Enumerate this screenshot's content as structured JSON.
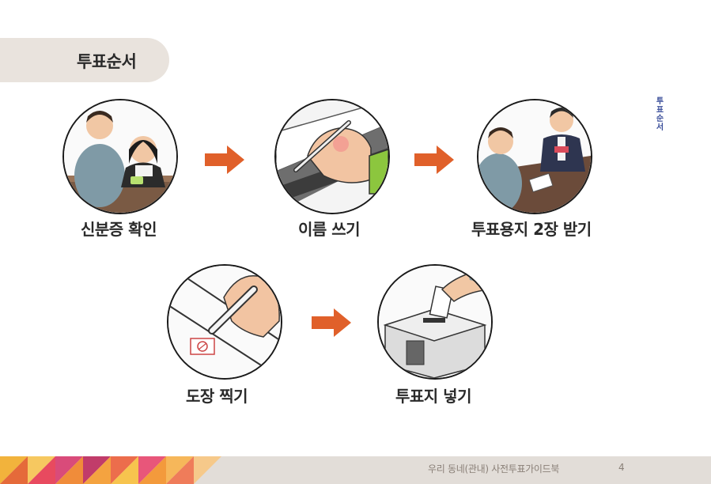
{
  "section_title": "투표순서",
  "side_label": "투표순서",
  "steps": [
    {
      "label": "신분증 확인"
    },
    {
      "label": "이름 쓰기"
    },
    {
      "label": "투표용지 2장 받기"
    },
    {
      "label": "도장 찍기"
    },
    {
      "label": "투표지 넣기"
    }
  ],
  "footer": {
    "text": "우리 동네(관내) 사전투표가이드북",
    "page": "4"
  },
  "colors": {
    "arrow": "#e0602a",
    "tab": "#e9e3dd",
    "footer": "#e2ddd8",
    "side_label": "#3a4e9a"
  }
}
